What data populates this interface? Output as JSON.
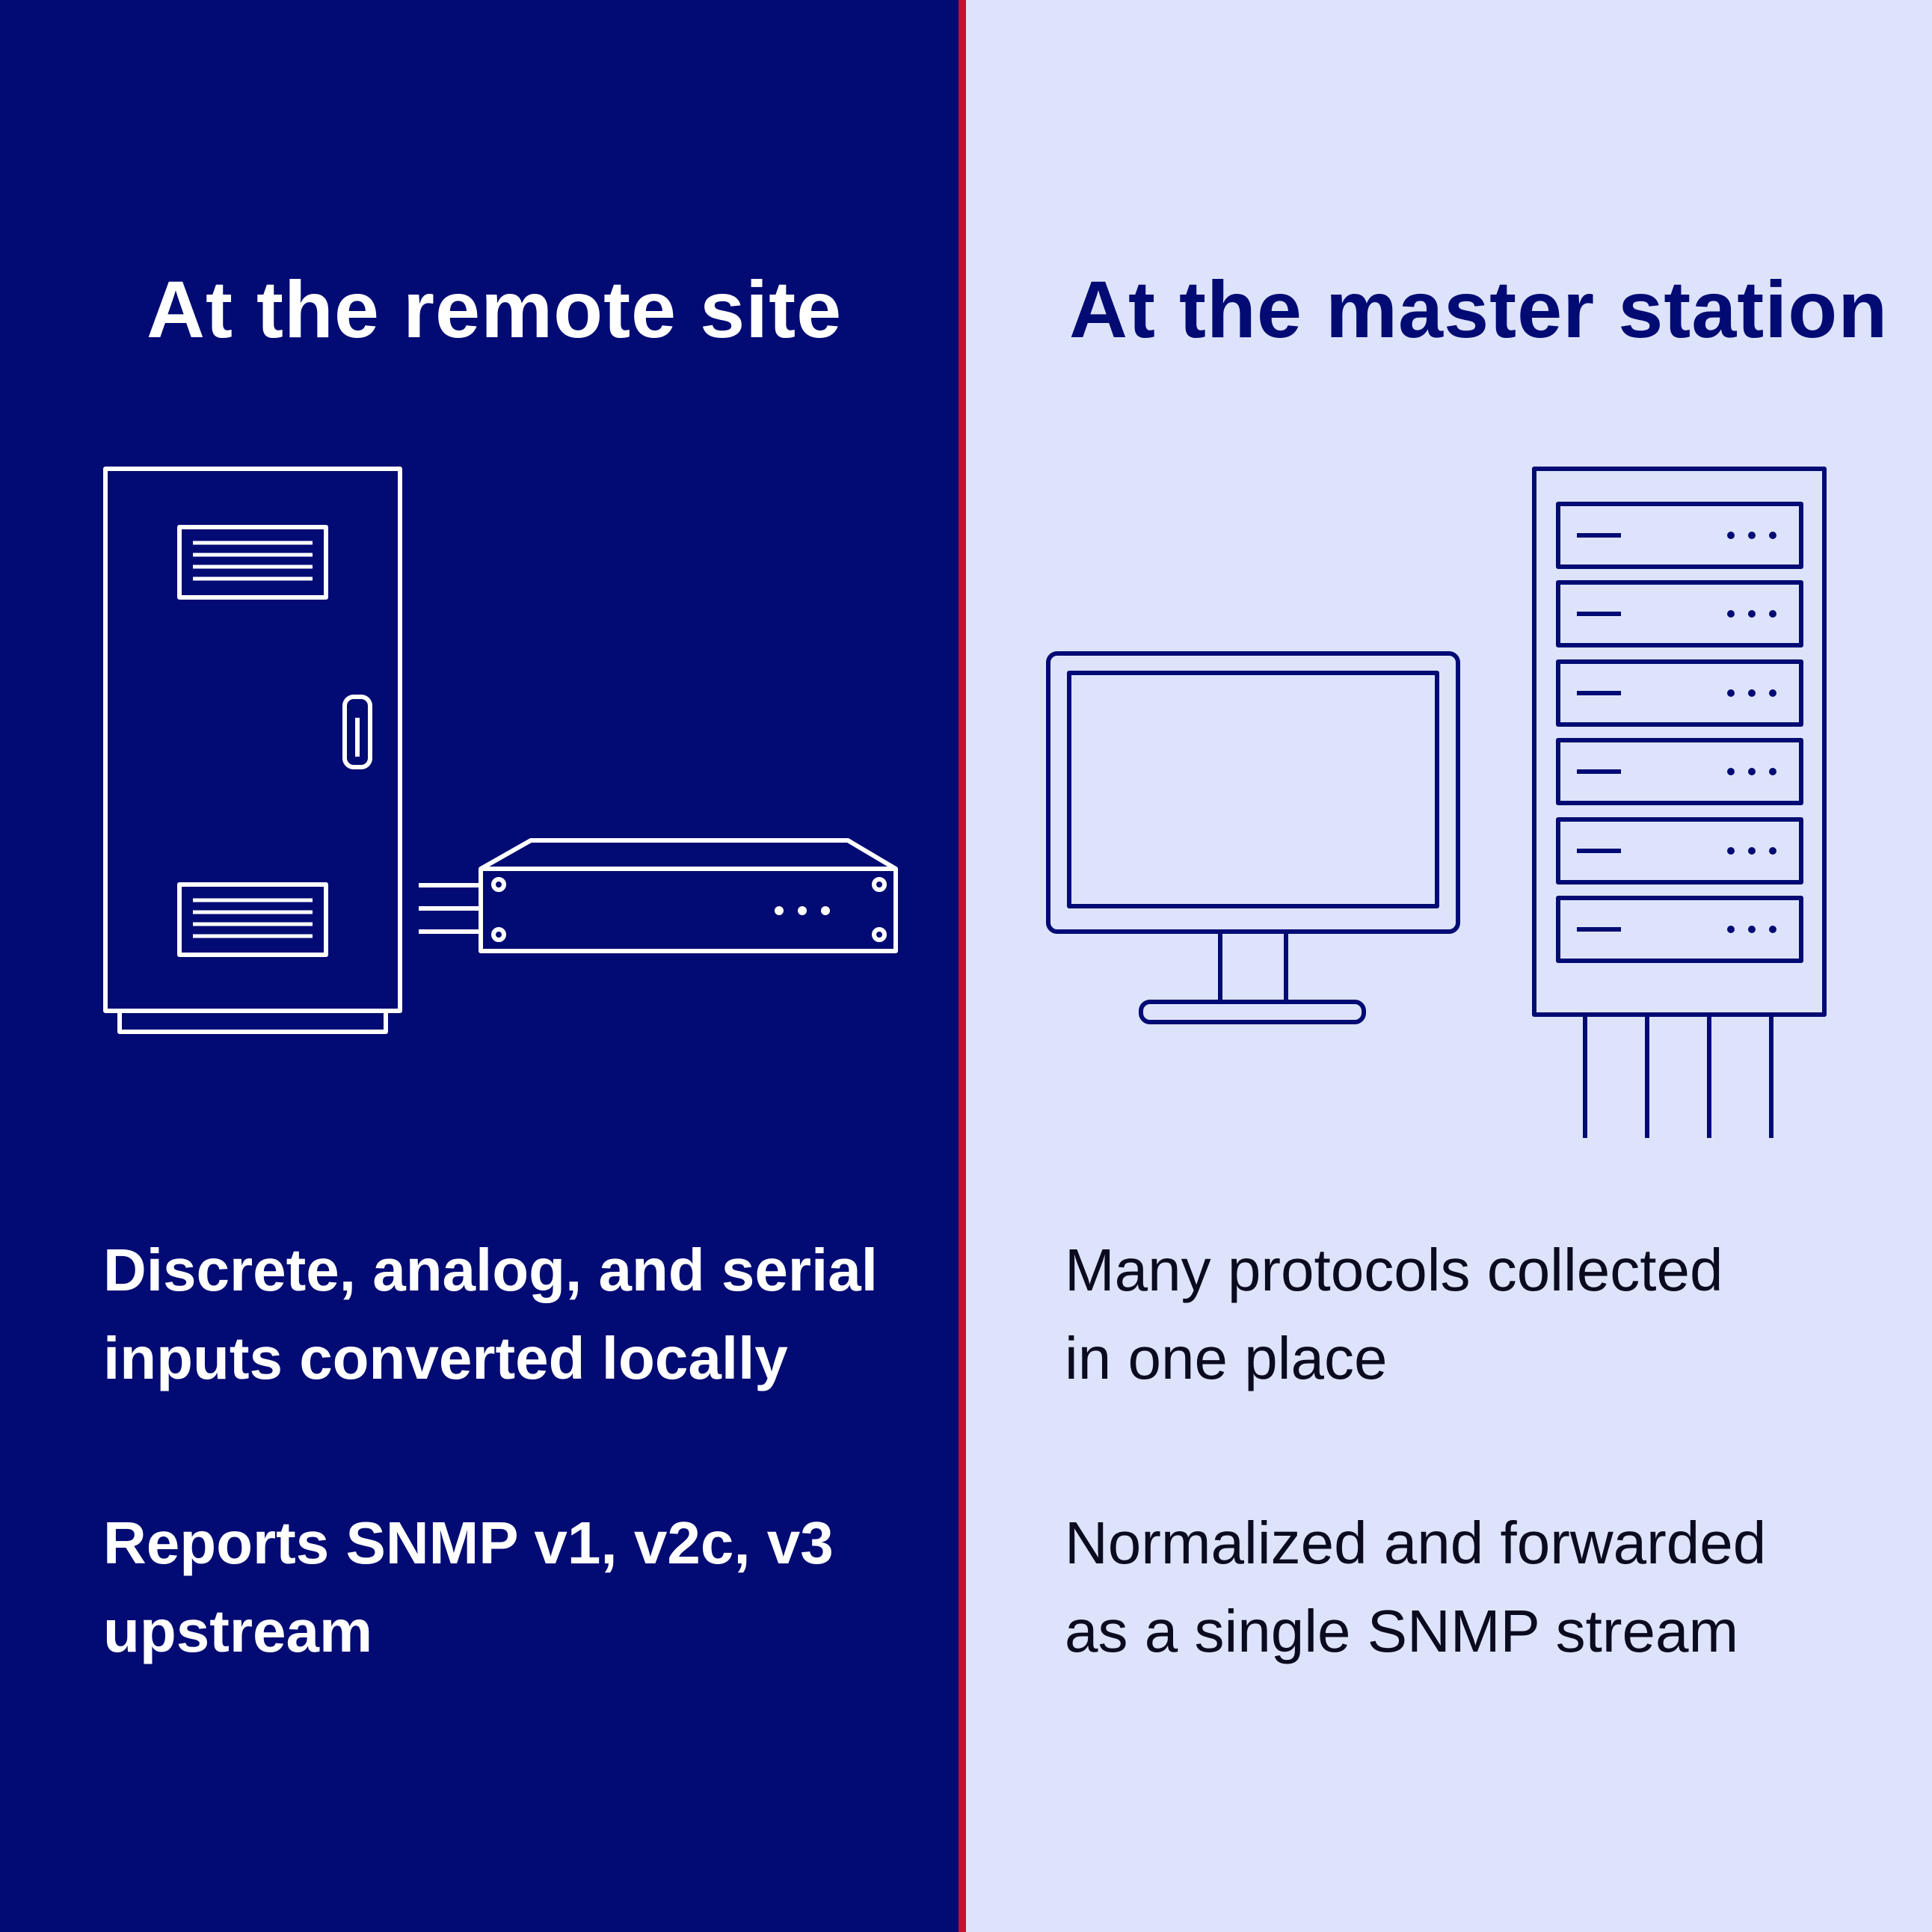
{
  "colors": {
    "left_background": "#020b73",
    "right_background": "#dde3fa",
    "divider": "#c8102e",
    "left_text": "#ffffff",
    "right_heading": "#020b73",
    "right_text": "#0b0b20"
  },
  "remote_site": {
    "heading": "At the remote site",
    "icons": [
      "equipment-cabinet-icon",
      "rack-unit-device-icon"
    ],
    "descriptions": [
      {
        "line1": "Discrete, analog, and serial",
        "line2": "inputs converted locally"
      },
      {
        "line1": "Reports SNMP v1, v2c, v3",
        "line2": "upstream"
      }
    ]
  },
  "master_station": {
    "heading": "At the master station",
    "icons": [
      "monitor-icon",
      "server-rack-icon"
    ],
    "descriptions": [
      {
        "line1": "Many protocols collected",
        "line2": "in one place"
      },
      {
        "line1": "Normalized and forwarded",
        "line2": "as a single SNMP stream"
      }
    ]
  }
}
